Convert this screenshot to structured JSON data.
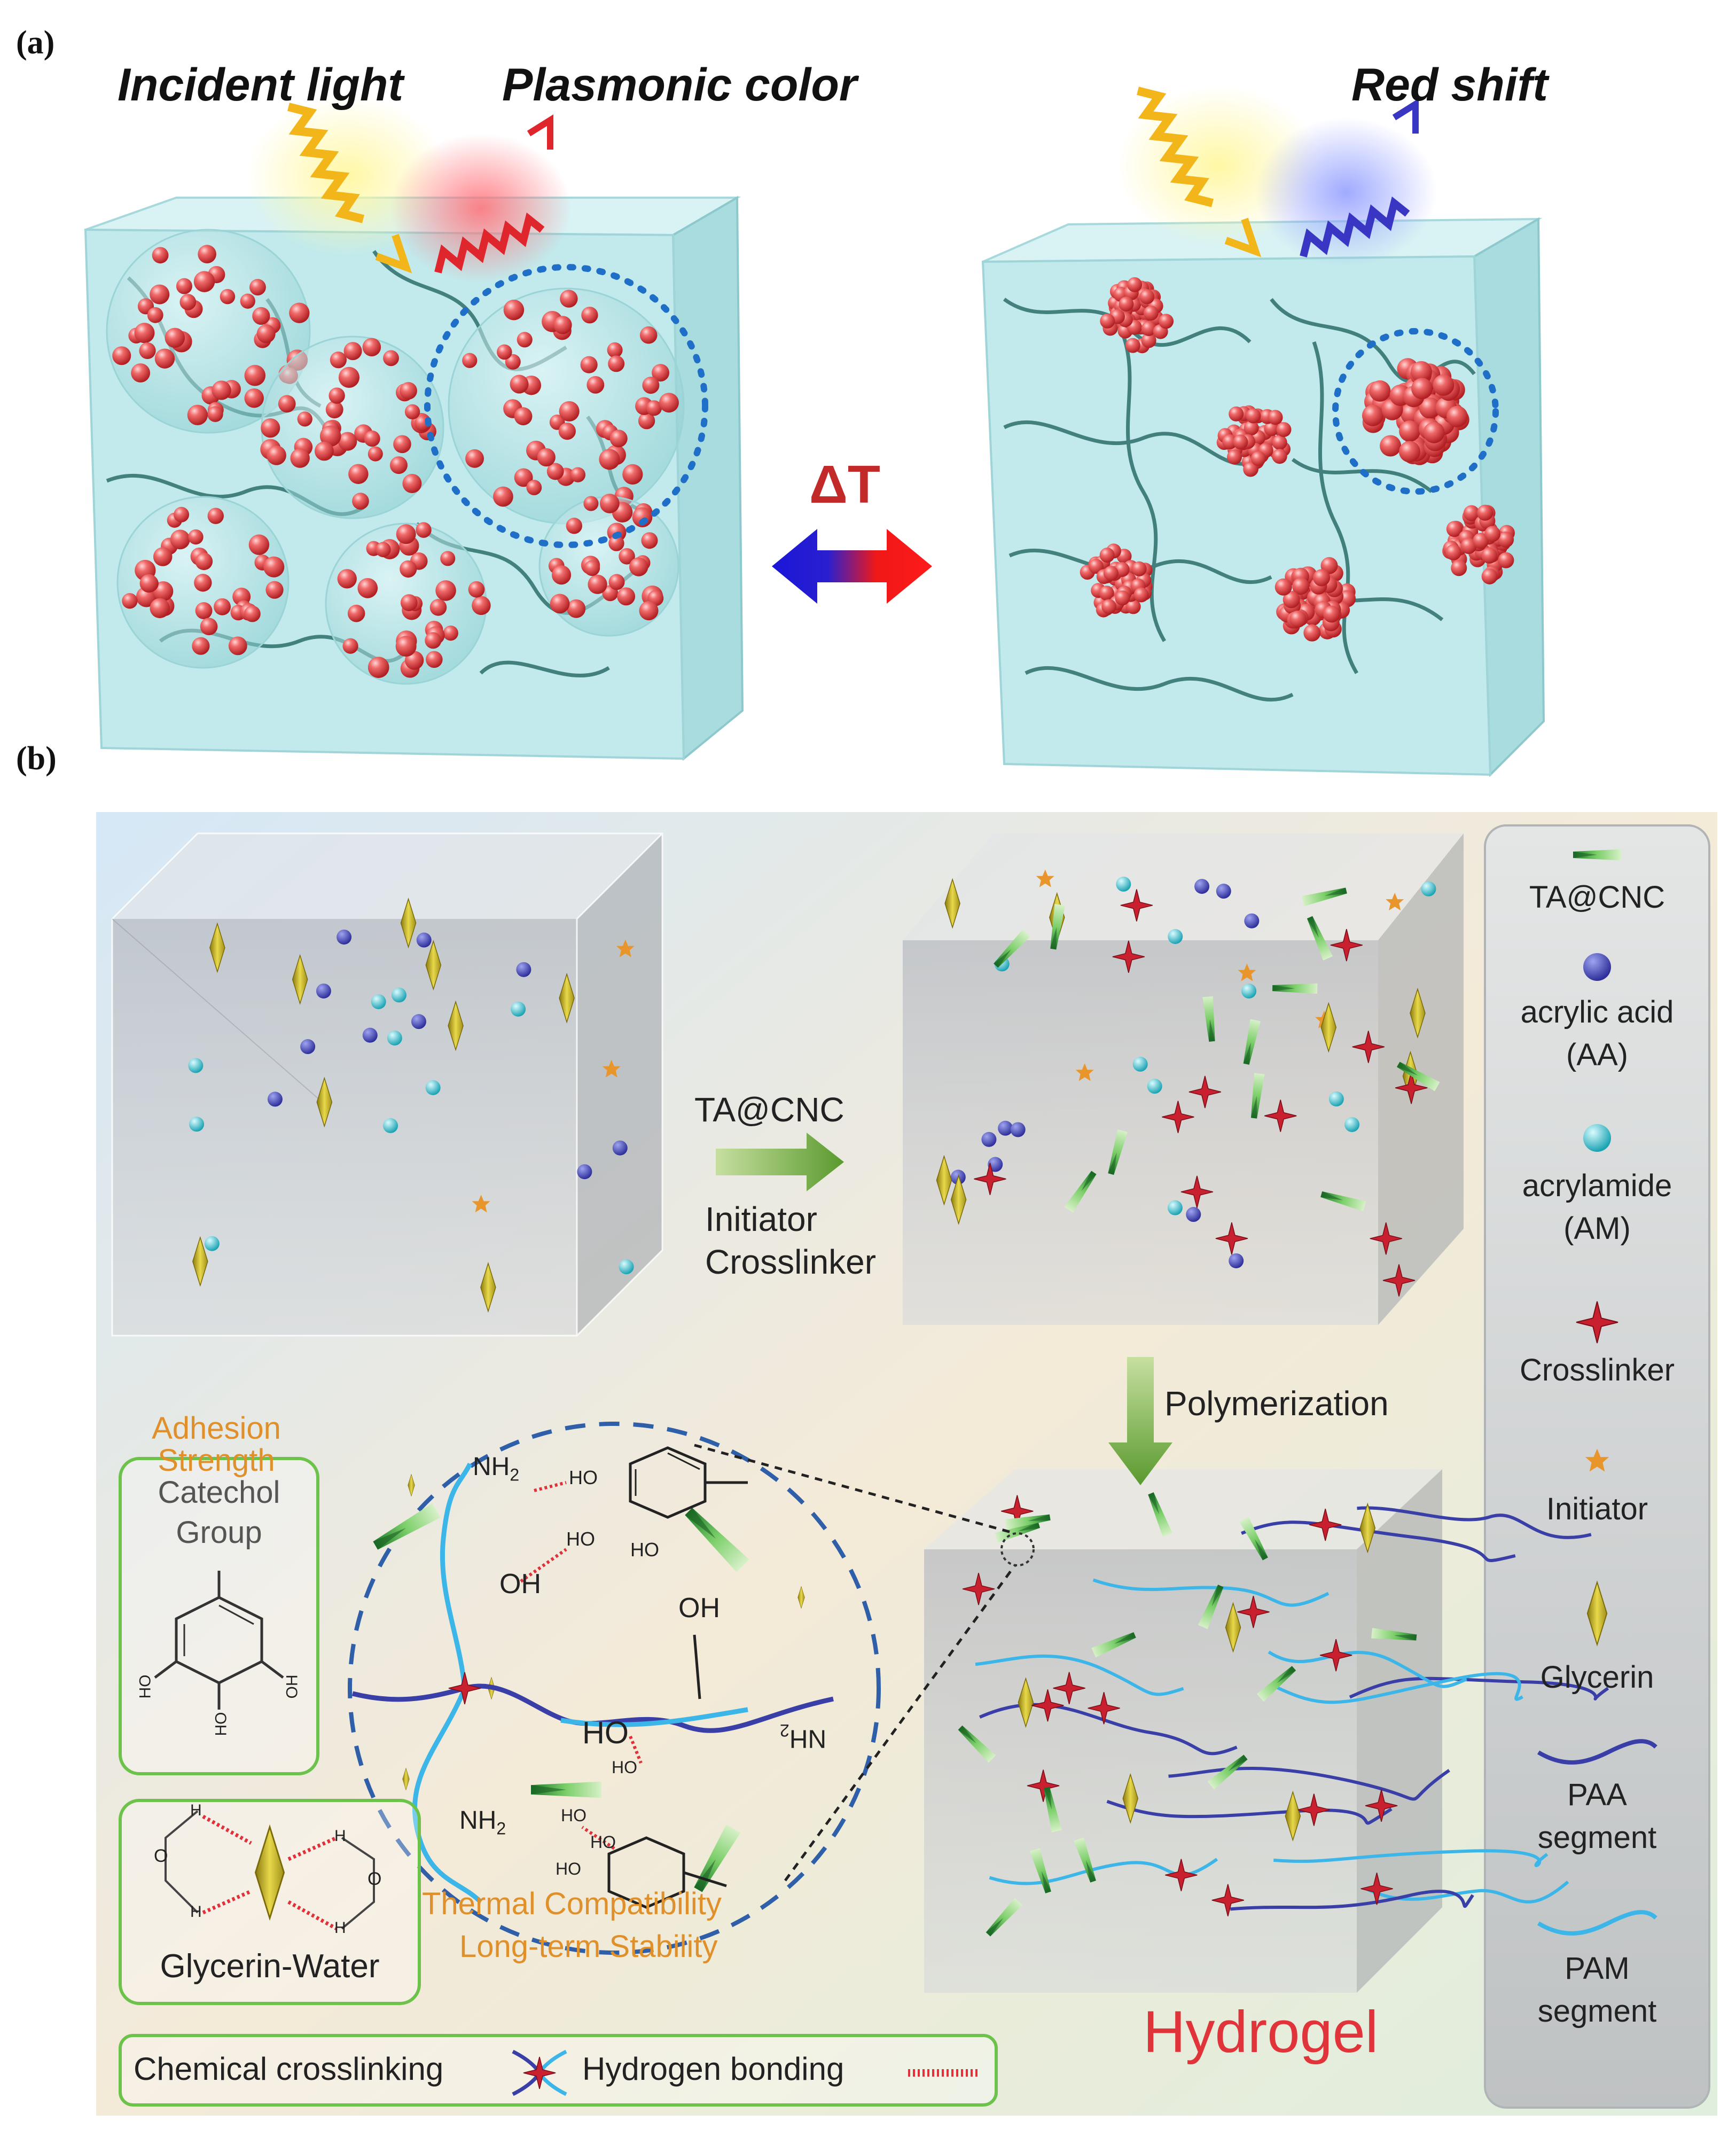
{
  "panel_a": {
    "tag": "(a)",
    "incident_light": "Incident light",
    "plasmonic_color": "Plasmonic color",
    "red_shift": "Red shift",
    "delta_t": "ΔT"
  },
  "panel_b": {
    "tag": "(b)",
    "arrow1_top": "TA@CNC",
    "arrow1_bottom_1": "Initiator",
    "arrow1_bottom_2": "Crosslinker",
    "arrow2": "Polymerization",
    "adhesion_1": "Adhesion",
    "adhesion_2": "Strength",
    "catechol_1": "Catechol",
    "catechol_2": "Group",
    "glycerin_water": "Glycerin-Water",
    "thermal_1": "Thermal Compatibility",
    "thermal_2": "Long-term Stability",
    "hydrogel": "Hydrogel",
    "bottom_crosslinking": "Chemical crosslinking",
    "bottom_hbond": "Hydrogen bonding",
    "chem_nh2_top": "NH",
    "chem_nh2_bottom": "NH",
    "chem_sub2": "2",
    "chem_oh_left": "OH",
    "chem_oh_right": "OH",
    "chem_ho_big": "HO",
    "chem_ho_1": "HO",
    "chem_ho_2": "HO",
    "chem_ho_3": "HO",
    "chem_ho_4": "HO",
    "chem_ho_5": "HO",
    "chem_ho_6": "HO",
    "chem_ho_7": "HO",
    "chem_nh2_flipped": "NH",
    "catechol_ho_left": "HO",
    "catechol_ho_mid": "HO",
    "catechol_oh_right": "OH",
    "water_o": "O",
    "water_h": "H"
  },
  "legend": {
    "items": [
      {
        "label_1": "TA@CNC",
        "label_2": "",
        "icon": "cone-icon"
      },
      {
        "label_1": "acrylic acid",
        "label_2": "(AA)",
        "icon": "dark-blue-sphere-icon"
      },
      {
        "label_1": "acrylamide",
        "label_2": "(AM)",
        "icon": "cyan-sphere-icon"
      },
      {
        "label_1": "Crosslinker",
        "label_2": "",
        "icon": "red-star-icon"
      },
      {
        "label_1": "Initiator",
        "label_2": "",
        "icon": "orange-star-icon"
      },
      {
        "label_1": "Glycerin",
        "label_2": "",
        "icon": "yellow-diamond-icon"
      },
      {
        "label_1": "PAA",
        "label_2": "segment",
        "icon": "dark-blue-wave-icon"
      },
      {
        "label_1": "PAM",
        "label_2": "segment",
        "icon": "light-blue-wave-icon"
      }
    ]
  },
  "colors": {
    "gel": "#bfe9ea",
    "particle": "#e8474a",
    "chain": "#2b6e6a",
    "paa": "#3a3fa8",
    "pam": "#3cb6e8",
    "accent_red": "#c22a2a",
    "accent_orange": "#e0902a",
    "box_green": "#6cc24a"
  }
}
